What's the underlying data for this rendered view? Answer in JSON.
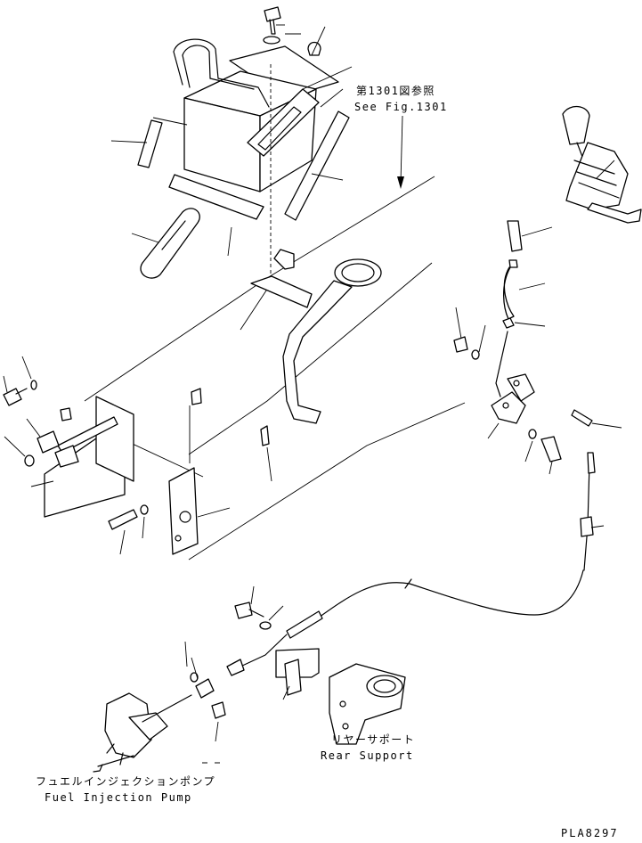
{
  "annotations": {
    "ref_jp": "第1301図参照",
    "ref_en": "See Fig.1301",
    "rear_support_jp": "リヤーサポート",
    "rear_support_en": "Rear Support",
    "fuel_pump_jp": "フュエルインジェクションポンプ",
    "fuel_pump_en": "Fuel Injection Pump",
    "drawing_no": "PLA8297"
  }
}
